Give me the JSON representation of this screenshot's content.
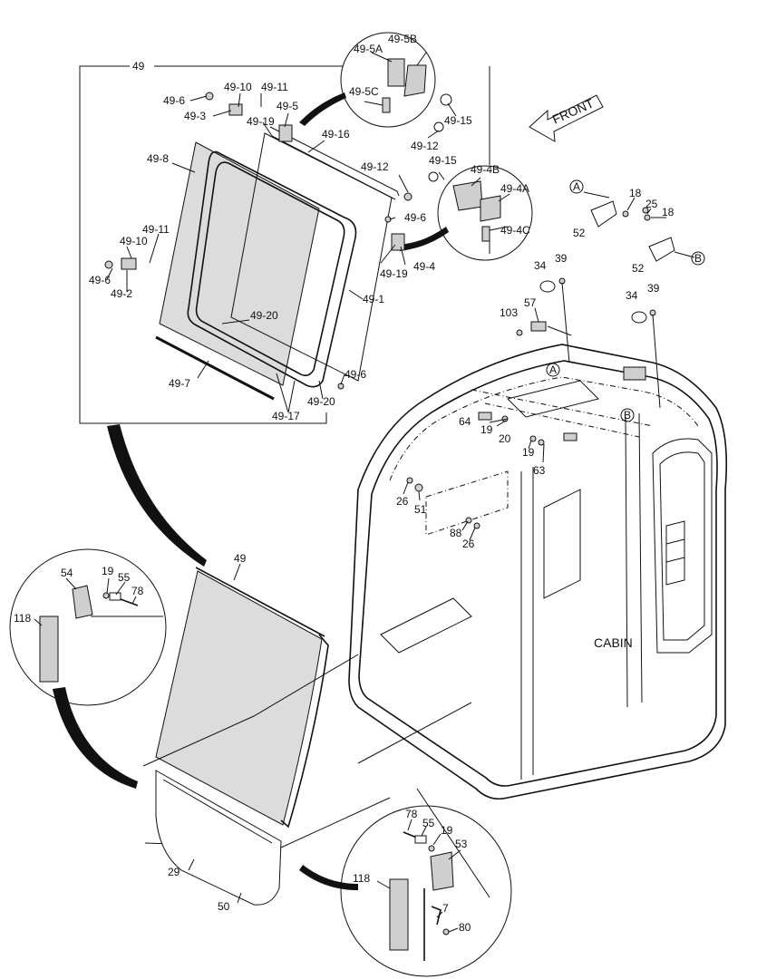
{
  "diagram": {
    "labels": {
      "p49_top": "49",
      "p49_6a": "49-6",
      "p49_10a": "49-10",
      "p49_11a": "49-11",
      "p49_3": "49-3",
      "p49_19a": "49-19",
      "p49_5": "49-5",
      "p49_16": "49-16",
      "p49_8": "49-8",
      "p49_12a": "49-12",
      "p49_11b": "49-11",
      "p49_10b": "49-10",
      "p49_6b": "49-6",
      "p49_2": "49-2",
      "p49_6c": "49-6",
      "p49_19b": "49-19",
      "p49_4": "49-4",
      "p49_1": "49-1",
      "p49_20a": "49-20",
      "p49_7": "49-7",
      "p49_6d": "49-6",
      "p49_20b": "49-20",
      "p49_17": "49-17",
      "p49_5A": "49-5A",
      "p49_5B": "49-5B",
      "p49_5C": "49-5C",
      "p49_15a": "49-15",
      "p49_12b": "49-12",
      "p49_15b": "49-15",
      "p49_4B": "49-4B",
      "p49_4A": "49-4A",
      "p49_4C": "49-4C",
      "front": "FRONT",
      "ref_A1": "A",
      "ref_B1": "B",
      "ref_A2": "A",
      "ref_B2": "B",
      "p18a": "18",
      "p25": "25",
      "p18b": "18",
      "p52a": "52",
      "p52b": "52",
      "p34a": "34",
      "p39a": "39",
      "p34b": "34",
      "p39b": "39",
      "p57": "57",
      "p103": "103",
      "p64": "64",
      "p19a": "19",
      "p20": "20",
      "p19b": "19",
      "p63": "63",
      "p26a": "26",
      "p51": "51",
      "p88": "88",
      "p26b": "26",
      "cabin": "CABIN",
      "p49_mid": "49",
      "p54": "54",
      "p19c": "19",
      "p55a": "55",
      "p78a": "78",
      "p118a": "118",
      "p29": "29",
      "p50": "50",
      "p78b": "78",
      "p55b": "55",
      "p19d": "19",
      "p53": "53",
      "p118b": "118",
      "p7": "7",
      "p80": "80"
    }
  }
}
